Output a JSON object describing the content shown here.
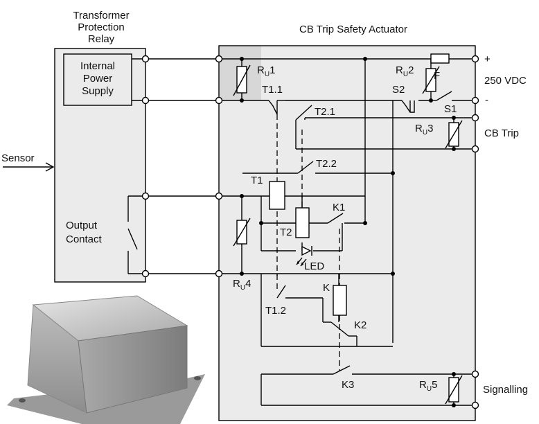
{
  "relay": {
    "title_lines": [
      "Transformer",
      "Protection",
      "Relay"
    ],
    "internal_supply_lines": [
      "Internal",
      "Power",
      "Supply"
    ],
    "output_contact_lines": [
      "Output",
      "Contact"
    ],
    "sensor_label": "Sensor"
  },
  "actuator": {
    "title": "CB Trip Safety Actuator"
  },
  "components": {
    "ru": "R",
    "ru_sub": "U",
    "ru1_num": "1",
    "ru2_num": "2",
    "ru3_num": "3",
    "ru4_num": "4",
    "ru5_num": "5",
    "fuse": "F",
    "t1_1": "T1.1",
    "t2_1": "T2.1",
    "t2_2": "T2.2",
    "t1": "T1",
    "t2": "T2",
    "k1": "K1",
    "k": "K",
    "k2": "K2",
    "k3": "K3",
    "t1_2": "T1.2",
    "s1": "S1",
    "s2": "S2",
    "led": "LED"
  },
  "terminals": {
    "plus": "+",
    "minus": "-",
    "voltage": "250 VDC",
    "cb_trip": "CB Trip",
    "signalling": "Signalling"
  },
  "colors": {
    "relay_box": "#ebebeb",
    "actuator_box": "#ebebeb",
    "psu_area": "#d7d7d7"
  }
}
